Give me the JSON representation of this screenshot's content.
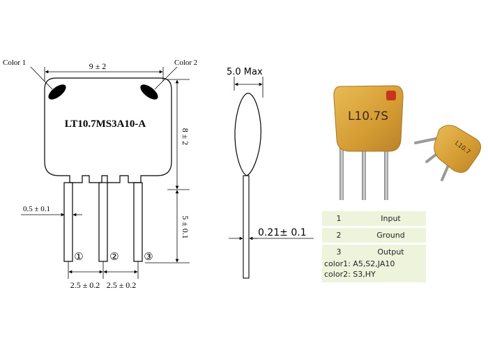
{
  "drawing": {
    "color1_label": "Color 1",
    "color2_label": "Color 2",
    "width_dim": "9 ± 2",
    "height_dim": "8 ± 2",
    "part_number": "LT10.7MS3A10-A",
    "lead_width_dim": "0.5 ± 0.1",
    "lead_length_dim": "5 ± 0.1",
    "pin_labels": [
      "①",
      "②",
      "③"
    ],
    "pitch_dim_1": "2.5 ± 0.2",
    "pitch_dim_2": "2.5 ± 0.2",
    "thickness_dim": "5.0 Max",
    "lead_thickness_dim": "0.21± 0.1"
  },
  "photo": {
    "front_marking": "L10.7S",
    "side_marking": "L10.7"
  },
  "pin_table": {
    "rows": [
      {
        "num": "1",
        "function": "Input"
      },
      {
        "num": "2",
        "function": "Ground"
      },
      {
        "num": "3",
        "function": "Output"
      }
    ],
    "color1_note": "color1: A5,S2,JA10",
    "color2_note": "color2: S3,HY"
  },
  "colors": {
    "body_ceramic": "#d9a437",
    "lead_metal": "#a8a8a8",
    "table_bg": "#eef3dc",
    "mark_red": "#c8351c"
  }
}
